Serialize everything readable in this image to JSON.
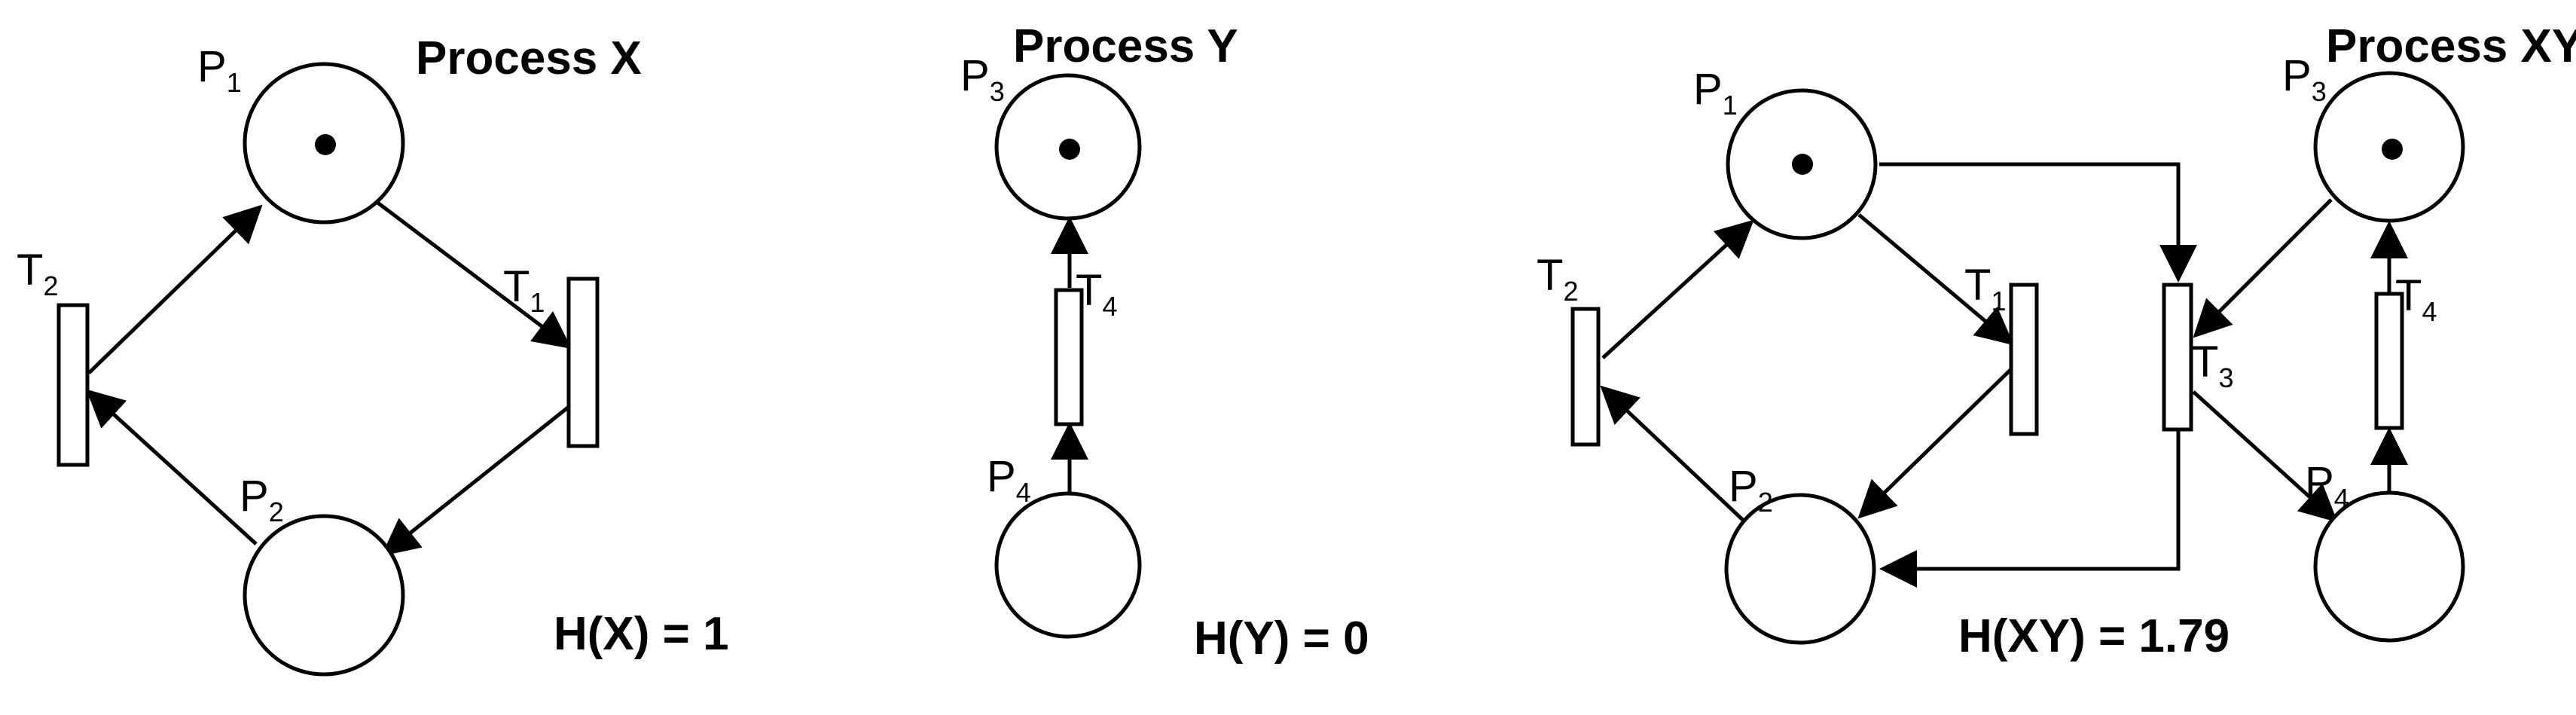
{
  "process_x": {
    "title": "Process X",
    "entropy": "H(X) = 1",
    "places": [
      {
        "name": "P",
        "sub": "1",
        "token": true
      },
      {
        "name": "P",
        "sub": "2",
        "token": false
      }
    ],
    "transitions": [
      {
        "name": "T",
        "sub": "1"
      },
      {
        "name": "T",
        "sub": "2"
      }
    ]
  },
  "process_y": {
    "title": "Process Y",
    "entropy": "H(Y) = 0",
    "places": [
      {
        "name": "P",
        "sub": "3",
        "token": true
      },
      {
        "name": "P",
        "sub": "4",
        "token": false
      }
    ],
    "transitions": [
      {
        "name": "T",
        "sub": "4"
      }
    ]
  },
  "process_xy": {
    "title": "Process XY",
    "entropy": "H(XY) = 1.79",
    "places": [
      {
        "name": "P",
        "sub": "1",
        "token": true
      },
      {
        "name": "P",
        "sub": "2",
        "token": false
      },
      {
        "name": "P",
        "sub": "3",
        "token": true
      },
      {
        "name": "P",
        "sub": "4",
        "token": false
      }
    ],
    "transitions": [
      {
        "name": "T",
        "sub": "1"
      },
      {
        "name": "T",
        "sub": "2"
      },
      {
        "name": "T",
        "sub": "3"
      },
      {
        "name": "T",
        "sub": "4"
      }
    ]
  }
}
